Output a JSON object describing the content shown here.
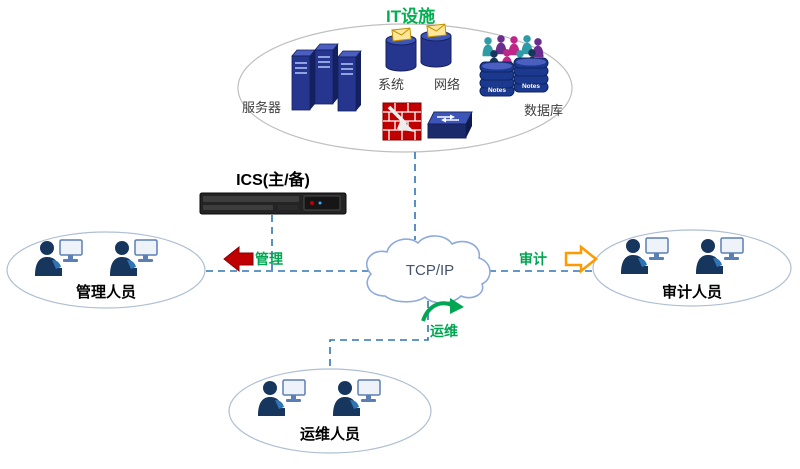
{
  "colors": {
    "title_green": "#00b050",
    "flow_green": "#00a651",
    "manage_arrow_red": "#c00000",
    "audit_arrow_orange": "#ff9900",
    "connector_blue": "#2e75b6",
    "icon_navy": "#26368f"
  },
  "it_facilities": {
    "title": "IT设施",
    "server_label": "服务器",
    "system_label": "系统",
    "network_label": "网络",
    "database_label": "数据库",
    "notes_label": "Notes"
  },
  "ics": {
    "label": "ICS(主/备)"
  },
  "network_cloud": {
    "label": "TCP/IP"
  },
  "roles": {
    "admin": {
      "label": "管理人员"
    },
    "audit": {
      "label": "审计人员"
    },
    "ops": {
      "label": "运维人员"
    }
  },
  "flows": {
    "manage": "管理",
    "audit": "审计",
    "ops": "运维"
  }
}
